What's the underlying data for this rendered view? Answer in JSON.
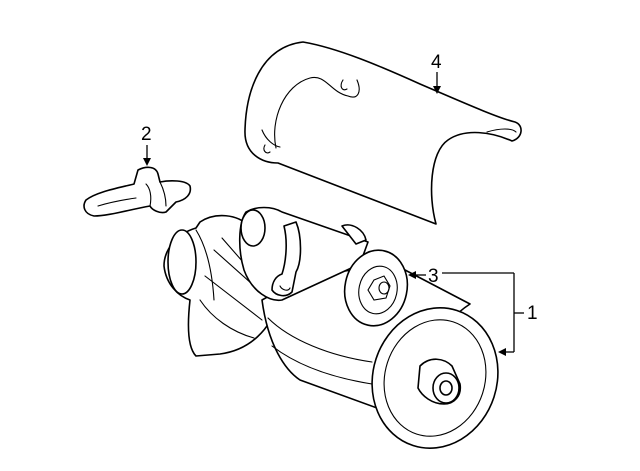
{
  "diagram": {
    "callouts": {
      "one": "1",
      "two": "2",
      "three": "3",
      "four": "4"
    },
    "colors": {
      "line": "#000000",
      "background": "#ffffff"
    }
  }
}
